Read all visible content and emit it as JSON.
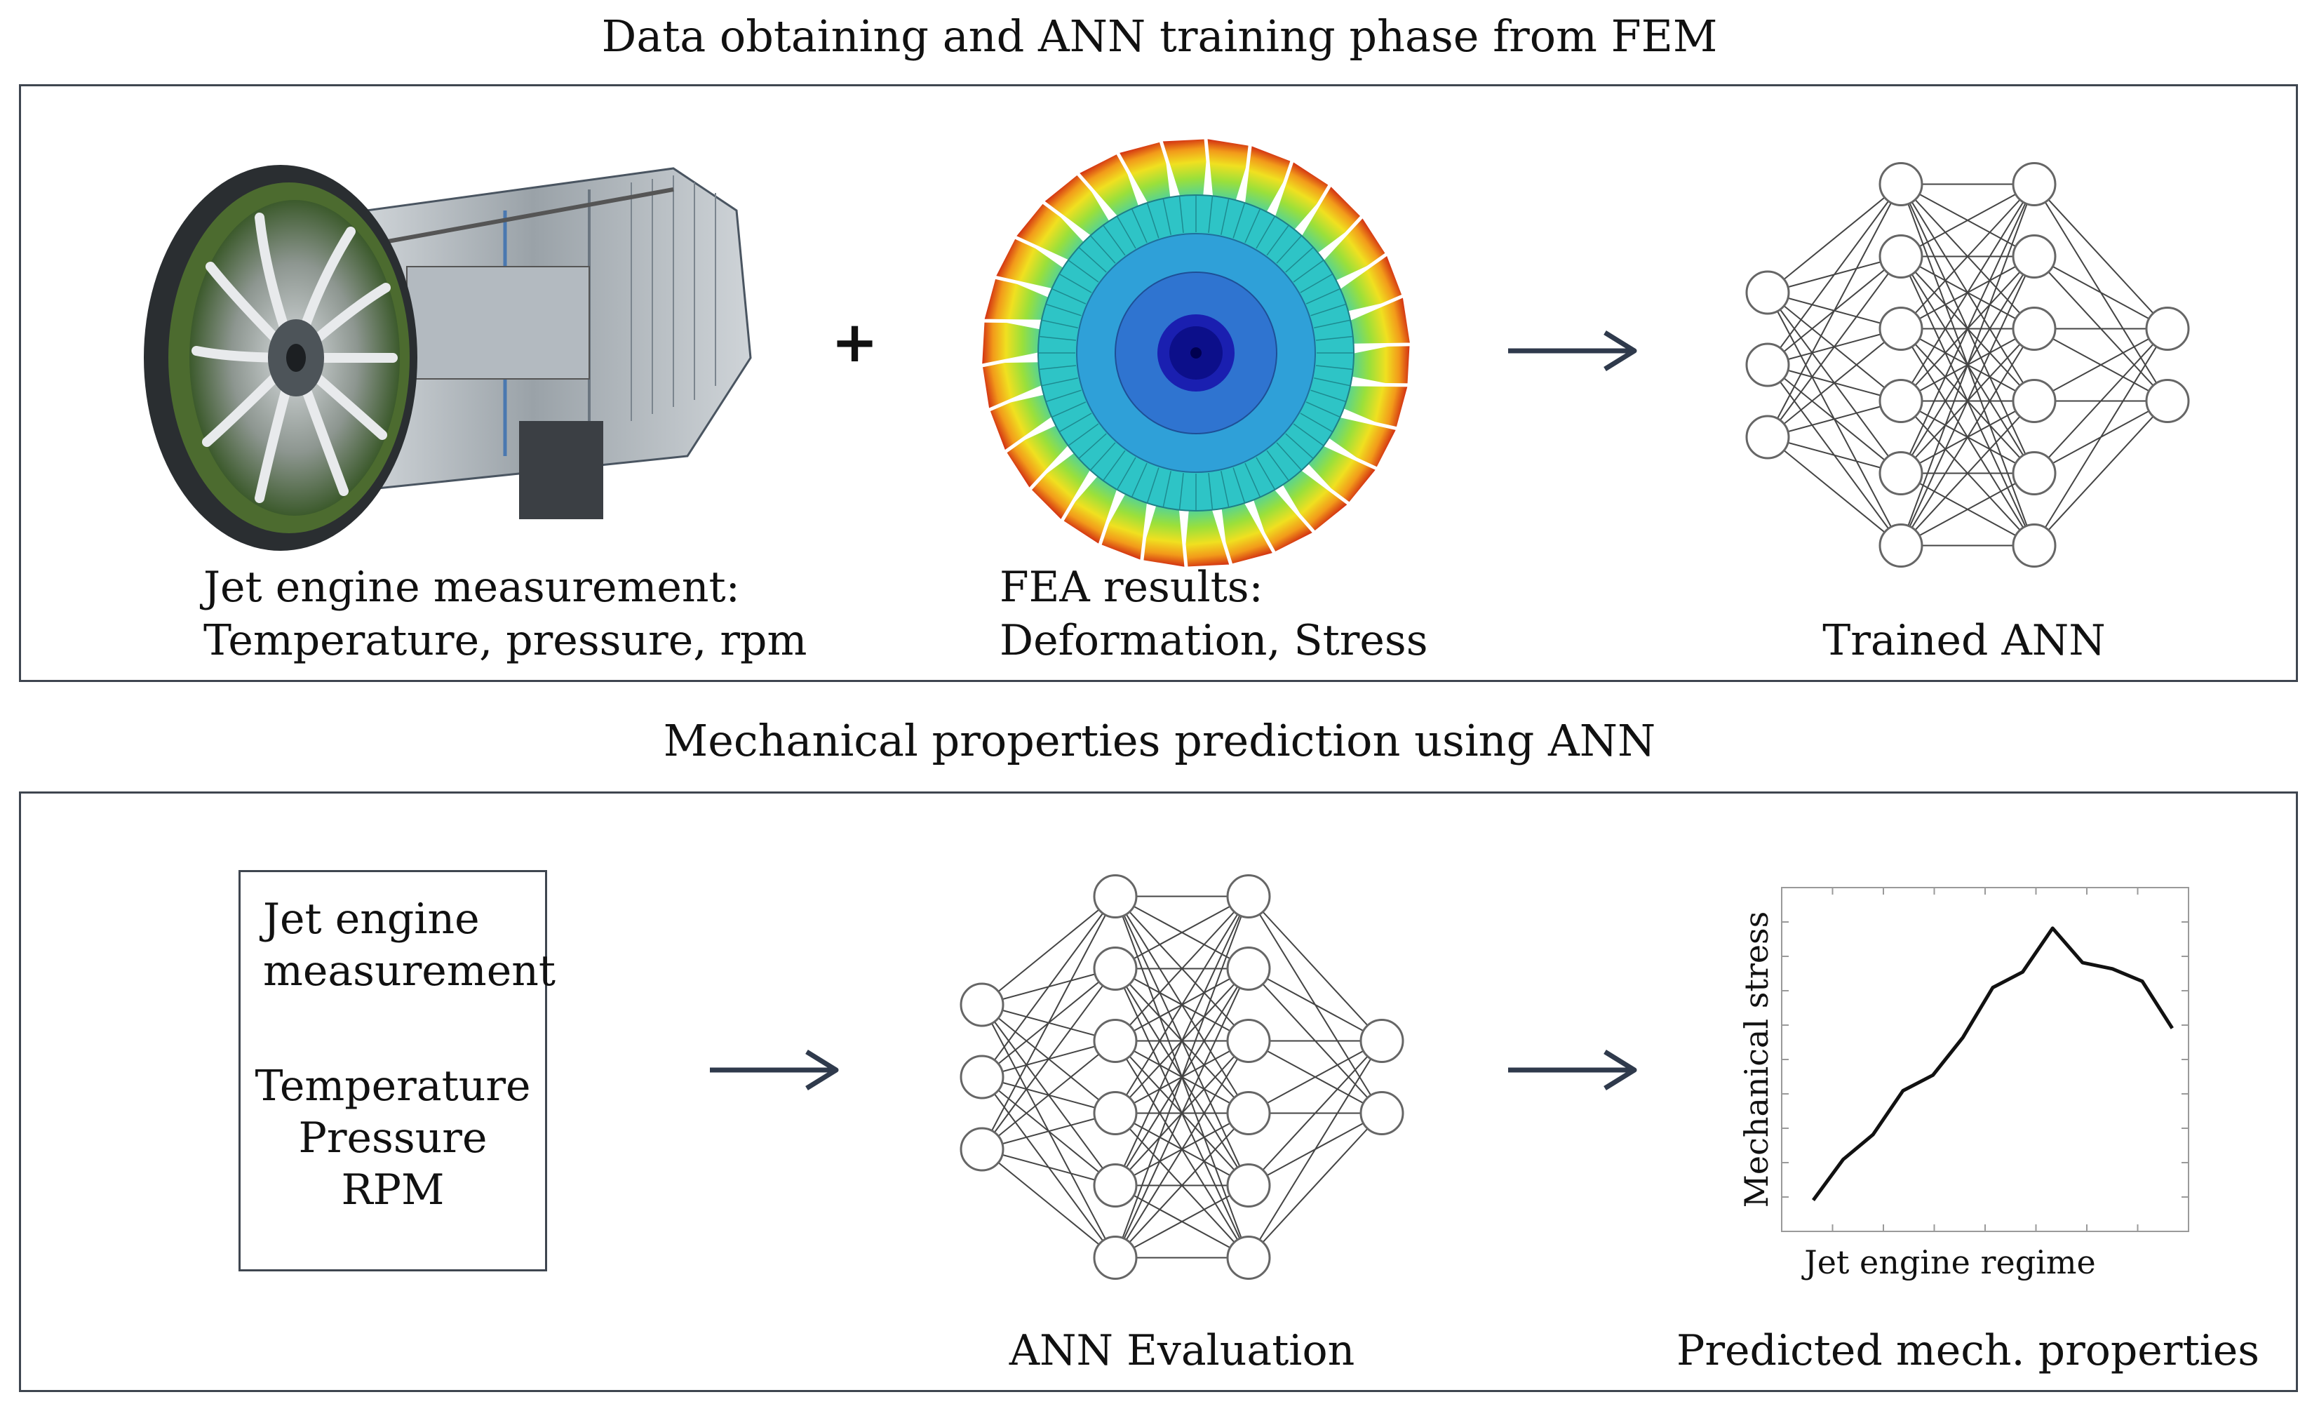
{
  "titles": {
    "training_phase": "Data obtaining and ANN training phase from FEM",
    "prediction_phase": "Mechanical properties prediction using ANN"
  },
  "training": {
    "engine_caption_line1": "Jet engine measurement:",
    "engine_caption_line2": "Temperature, pressure, rpm",
    "plus_symbol": "+",
    "fea_caption_line1": "FEA results:",
    "fea_caption_line2": "Deformation, Stress",
    "ann_caption": "Trained ANN"
  },
  "prediction": {
    "input_box": {
      "heading_line1": "Jet engine",
      "heading_line2": "measurement",
      "item1": "Temperature",
      "item2": "Pressure",
      "item3": "RPM"
    },
    "ann_caption": "ANN Evaluation",
    "result_caption": "Predicted mech. properties"
  },
  "ann_layers": [
    3,
    6,
    6,
    2
  ],
  "colors": {
    "border": "#3f4650",
    "arrow": "#2f3a4c",
    "node_stroke": "#666666",
    "edge": "#444444"
  },
  "chart_data": {
    "type": "line",
    "xlabel": "Jet engine regime",
    "ylabel": "Mechanical stress",
    "grid": false,
    "series": [
      {
        "x": [
          1,
          2,
          3,
          4,
          5,
          6,
          7,
          8,
          9,
          10,
          11,
          12,
          13
        ],
        "y": [
          0,
          13,
          21,
          35,
          40,
          52,
          68,
          73,
          87,
          76,
          74,
          70,
          55
        ]
      }
    ]
  }
}
